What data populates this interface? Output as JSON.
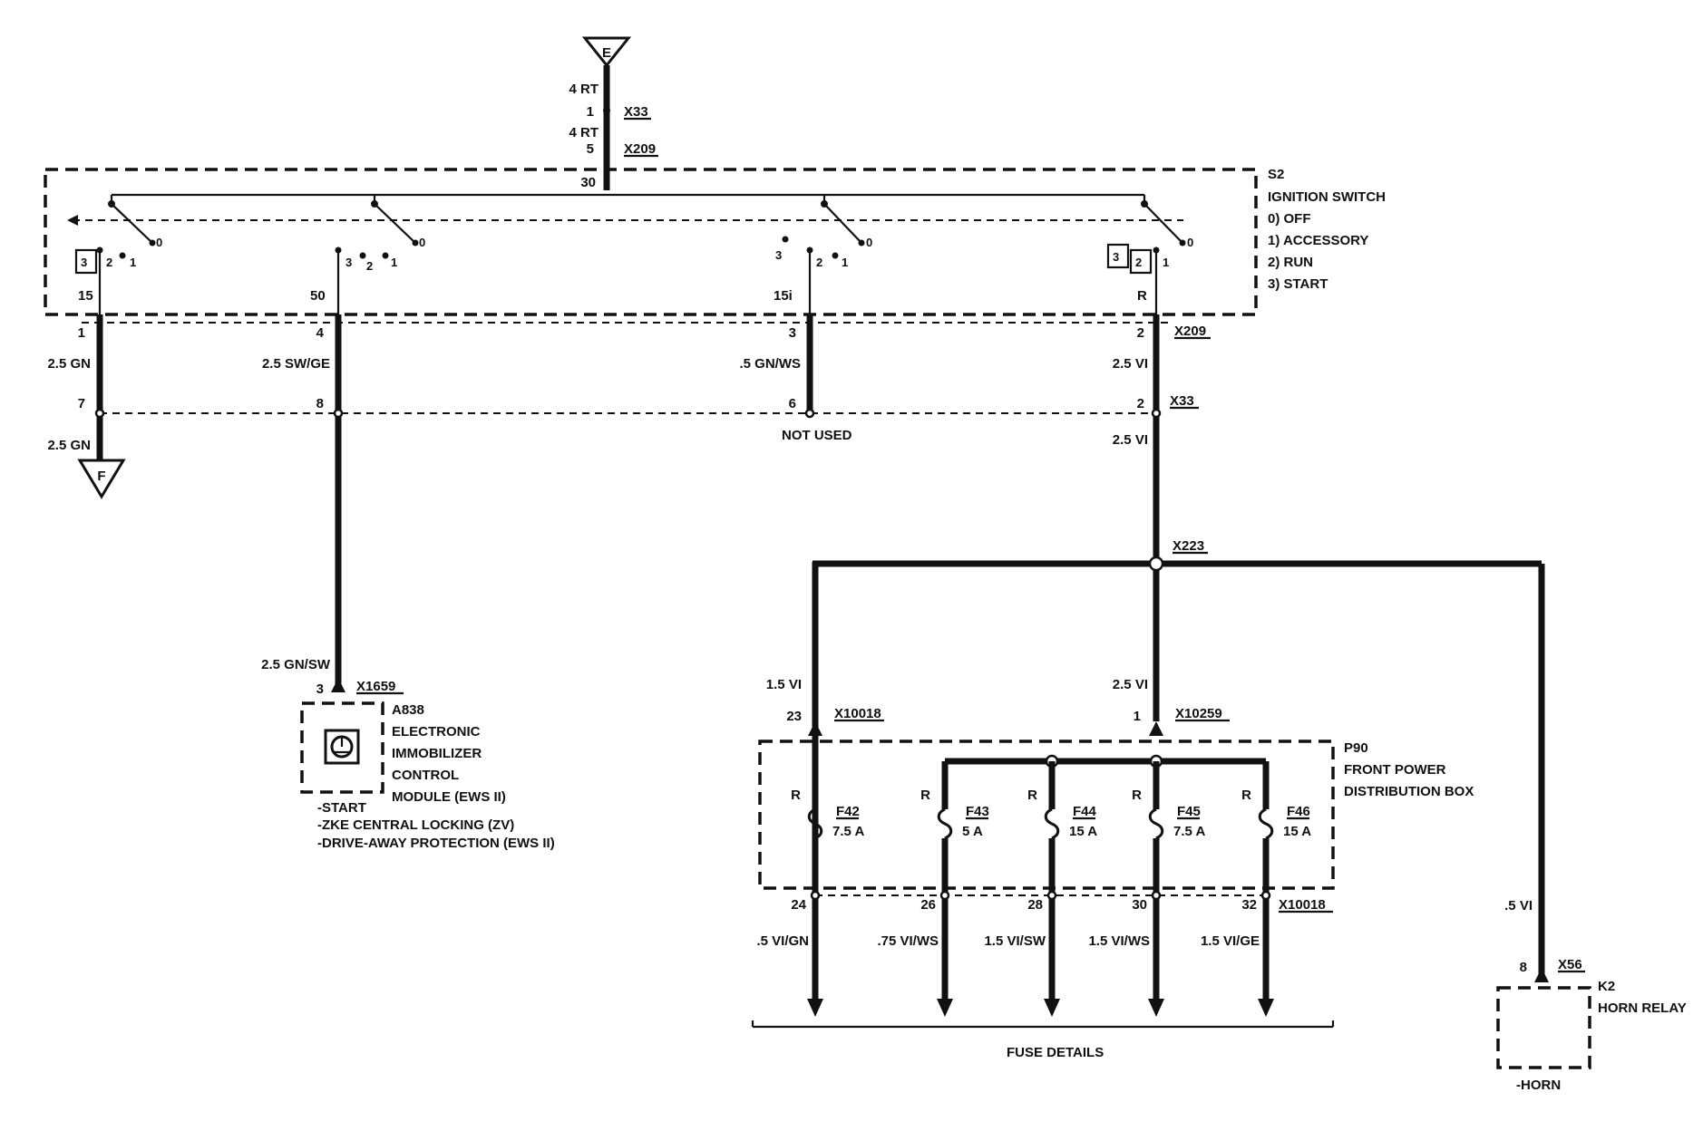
{
  "connectors": {
    "e": "E",
    "f": "F",
    "x33": "X33",
    "x209": "X209",
    "x223": "X223",
    "x1659": "X1659",
    "x10018": "X10018",
    "x10259": "X10259",
    "x56": "X56"
  },
  "top_feed": {
    "wire_1": "4 RT",
    "pin_x33": "1",
    "wire_2": "4 RT",
    "pin_x209": "5",
    "terminal": "30"
  },
  "ignition_switch": {
    "id": "S2",
    "name": "IGNITION SWITCH",
    "positions": [
      "0)  OFF",
      "1)  ACCESSORY",
      "2)  RUN",
      "3)  START"
    ],
    "contact_labels": {
      "p0": "0",
      "p1": "1",
      "p2": "2",
      "p3": "3"
    },
    "terminals": [
      "15",
      "50",
      "15i",
      "R"
    ]
  },
  "x209_pins": [
    "1",
    "4",
    "3",
    "2"
  ],
  "x33_pins": [
    "7",
    "8",
    "6",
    "2"
  ],
  "wires": {
    "w15": "2.5 GN",
    "w50": "2.5 SW/GE",
    "w15i": ".5 GN/WS",
    "wR": "2.5 VI",
    "w_ground": "2.5 GN",
    "wR_below": "2.5 VI",
    "not_used": "NOT USED",
    "w_immob": "2.5 GN/SW",
    "w_f42": "1.5 VI",
    "w_main": "2.5 VI",
    "w_horn": ".5 VI"
  },
  "immobilizer": {
    "pin": "3",
    "name_lines": [
      "A838",
      "ELECTRONIC",
      "IMMOBILIZER",
      "CONTROL",
      "MODULE (EWS II)"
    ],
    "notes": [
      "-START",
      "-ZKE CENTRAL LOCKING (ZV)",
      "-DRIVE-AWAY PROTECTION (EWS II)"
    ]
  },
  "fusebox": {
    "in_pin_left": "23",
    "in_pin_main": "1",
    "name_lines": [
      "P90",
      "FRONT POWER",
      "DISTRIBUTION BOX"
    ],
    "fuses": [
      {
        "rail": "R",
        "id": "F42",
        "rating": "7.5 A",
        "pin": "24",
        "wire": ".5 VI/GN"
      },
      {
        "rail": "R",
        "id": "F43",
        "rating": "5 A",
        "pin": "26",
        "wire": ".75 VI/WS"
      },
      {
        "rail": "R",
        "id": "F44",
        "rating": "15 A",
        "pin": "28",
        "wire": "1.5 VI/SW"
      },
      {
        "rail": "R",
        "id": "F45",
        "rating": "7.5 A",
        "pin": "30",
        "wire": "1.5 VI/WS"
      },
      {
        "rail": "R",
        "id": "F46",
        "rating": "15 A",
        "pin": "32",
        "wire": "1.5 VI/GE"
      }
    ],
    "fuse_details": "FUSE DETAILS"
  },
  "horn_relay": {
    "pin": "8",
    "id": "K2",
    "name": "HORN RELAY",
    "note": "-HORN"
  }
}
